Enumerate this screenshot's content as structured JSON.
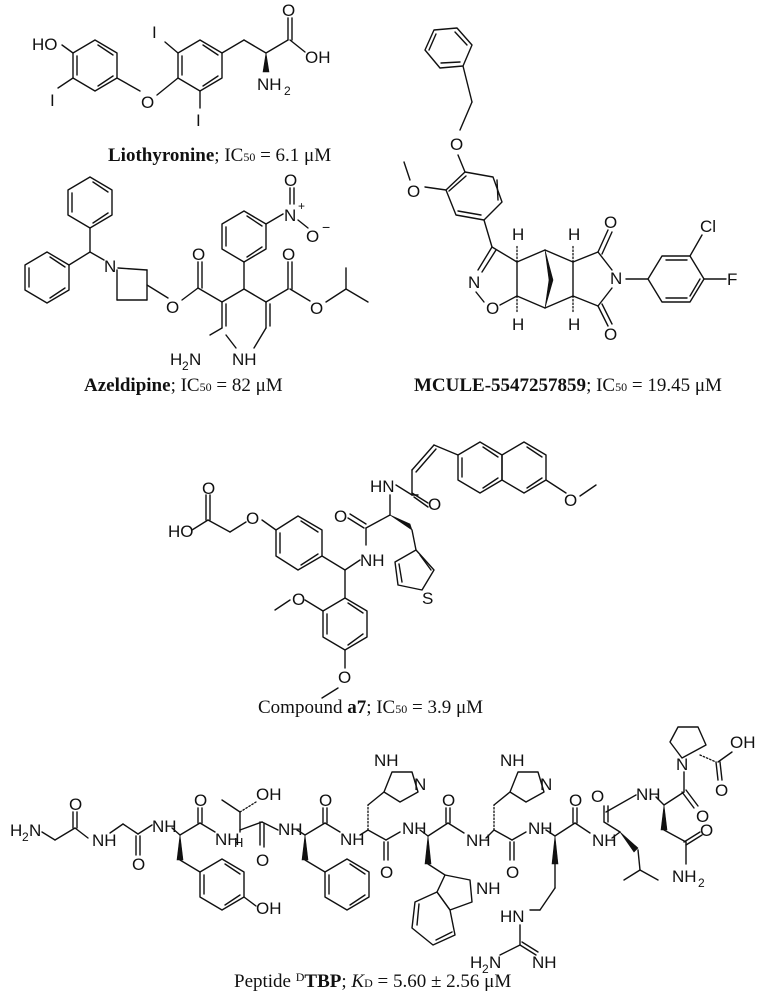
{
  "figure": {
    "compounds": [
      {
        "id": "liothyronine",
        "name": "Liothyronine",
        "metric_label": "IC",
        "metric_subscript": "50",
        "equals": " = ",
        "value": "6.1 μM",
        "atom_labels": [
          "HO",
          "I",
          "O",
          "I",
          "I",
          "O",
          "OH",
          "NH2"
        ]
      },
      {
        "id": "azeldipine",
        "name": "Azeldipine",
        "metric_label": "IC",
        "metric_subscript": "50",
        "equals": " = ",
        "value": "82 μM",
        "atom_labels": [
          "N",
          "O",
          "O",
          "O",
          "O",
          "N+",
          "O",
          "O−",
          "H2N",
          "NH"
        ]
      },
      {
        "id": "mcule",
        "name": "MCULE-5547257859",
        "metric_label": "IC",
        "metric_subscript": "50",
        "equals": " = ",
        "value": "19.45 μM",
        "atom_labels": [
          "O",
          "O",
          "N",
          "O",
          "H",
          "H",
          "H",
          "H",
          "O",
          "O",
          "N",
          "Cl",
          "F"
        ]
      },
      {
        "id": "a7",
        "prefix": "Compound ",
        "name": "a7",
        "metric_label": "IC",
        "metric_subscript": "50",
        "equals": " = ",
        "value": "3.9 μM",
        "atom_labels": [
          "O",
          "HO",
          "O",
          "O",
          "NH",
          "HN",
          "O",
          "S",
          "O",
          "O",
          "O"
        ]
      },
      {
        "id": "peptide-dtbp",
        "prefix": "Peptide ",
        "superscript": "D",
        "name": "TBP",
        "metric_label": "K",
        "metric_subscript": "D",
        "equals": " = ",
        "value": "5.60 ± 2.56 μM",
        "atom_labels": [
          "H2N",
          "O",
          "NH",
          "O",
          "NH",
          "O",
          "OH",
          "NH",
          "H",
          "O",
          "NH",
          "O",
          "OH",
          "NH",
          "O",
          "NH",
          "N",
          "NH",
          "O",
          "NH",
          "NH",
          "NH",
          "N",
          "O",
          "O",
          "NH",
          "HN",
          "H2N",
          "NH",
          "O",
          "NH",
          "O",
          "NH",
          "N",
          "OH",
          "O",
          "O",
          "O",
          "NH2"
        ]
      }
    ]
  }
}
